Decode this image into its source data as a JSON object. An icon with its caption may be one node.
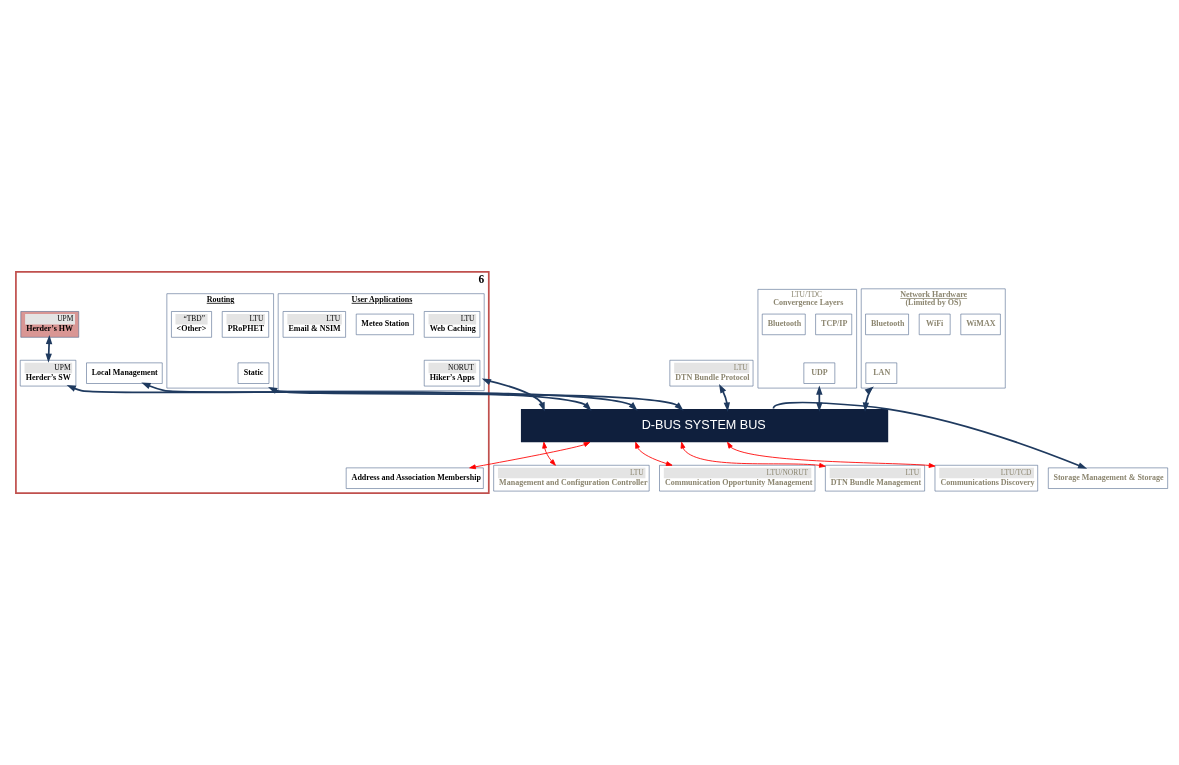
{
  "diagram": {
    "nodes": [
      {
        "text": [
          "6"
        ]
      },
      {
        "text": [
          "User Applications"
        ],
        "in": 0
      },
      {
        "text": [
          "LTU",
          "Web Caching"
        ],
        "in": 1
      },
      {
        "text": [
          "Meteo Station"
        ],
        "in": 1
      },
      {
        "text": [
          "NORUT",
          "Hiker’s Apps"
        ],
        "in": 1
      },
      {
        "text": [
          "LTU",
          "Email & NSIM"
        ],
        "in": 1
      },
      {
        "text": [
          "UPM",
          "Herder’s HW"
        ],
        "in": 0
      },
      {
        "text": [
          "UPM",
          "Herder’s SW"
        ],
        "in": 0
      },
      {
        "text": [
          "Local Management"
        ],
        "in": 0
      },
      {
        "text": [
          "Routing"
        ],
        "in": 0
      },
      {
        "text": [
          "LTU",
          "PRoPHET"
        ],
        "in": 9
      },
      {
        "text": [
          "Static"
        ],
        "in": 9
      },
      {
        "text": [
          "“TBD”",
          "<Other>"
        ],
        "in": 9
      },
      {
        "text": [
          "Storage Management & Storage"
        ]
      },
      {
        "text": [
          "LTU",
          "DTN Bundle Protocol"
        ]
      },
      {
        "text": [
          "LTU/TDC",
          "Convergence Layers"
        ]
      },
      {
        "text": [
          "TCP/IP"
        ],
        "in": 15
      },
      {
        "text": [
          "UDP"
        ],
        "in": 15
      },
      {
        "text": [
          "Bluetooth"
        ],
        "in": 15
      },
      {
        "text": [
          "Network Hardware",
          "(Limited by OS)"
        ]
      },
      {
        "text": [
          "WiMAX"
        ],
        "in": 19
      },
      {
        "text": [
          "WiFi"
        ],
        "in": 19
      },
      {
        "text": [
          "LAN"
        ],
        "in": 19
      },
      {
        "text": [
          "Bluetooth"
        ],
        "in": 19
      },
      {
        "text": [
          "D-BUS SYSTEM BUS"
        ]
      },
      {
        "text": [
          "LTU",
          "Management and Configuration Controller"
        ]
      },
      {
        "text": [
          "Address and Association Membership"
        ],
        "in": 0
      },
      {
        "text": [
          "LTU/NORUT",
          "Communication Opportunity Management"
        ]
      },
      {
        "text": [
          "LTU",
          "DTN Bundle Management"
        ]
      },
      {
        "text": [
          "LTU/TCD",
          "Communications Discovery"
        ]
      }
    ],
    "edges": [
      {
        "from": 1,
        "to": 24,
        "arrow": "both"
      },
      {
        "from": 6,
        "to": 7,
        "arrow": "both"
      },
      {
        "from": 7,
        "to": 24,
        "arrow": "both"
      },
      {
        "from": 8,
        "to": 24,
        "arrow": "both"
      },
      {
        "from": 9,
        "to": 24,
        "arrow": "both"
      },
      {
        "from": 14,
        "to": 24,
        "arrow": "both"
      },
      {
        "from": 24,
        "to": 13,
        "arrow": "to"
      },
      {
        "from": 15,
        "to": 24,
        "arrow": "both"
      },
      {
        "from": 19,
        "to": 24,
        "arrow": "both"
      },
      {
        "from": 24,
        "to": 25,
        "arrow": "both",
        "color": "#ff0000"
      },
      {
        "from": 24,
        "to": 26,
        "arrow": "both",
        "color": "#ff0000"
      },
      {
        "from": 24,
        "to": 27,
        "arrow": "both",
        "color": "#ff0000"
      },
      {
        "from": 24,
        "to": 28,
        "arrow": "both",
        "color": "#ff0000"
      },
      {
        "from": 24,
        "to": 29,
        "arrow": "both",
        "color": "#ff0000"
      }
    ]
  }
}
